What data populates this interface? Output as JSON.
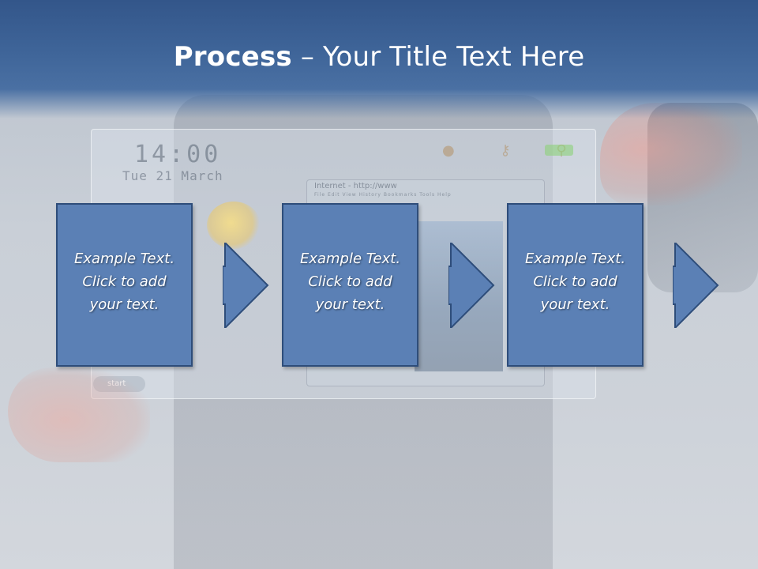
{
  "slide": {
    "title_bold": "Process",
    "title_rest": " – Your Title Text Here",
    "background_scene": {
      "clock": "14:00",
      "date": "Tue 21 March",
      "browser_title": "Internet - http://www",
      "browser_menu": "File  Edit  View  History  Bookmarks  Tools  Help",
      "start_label": "start"
    },
    "steps": [
      {
        "text": "Example Text.\nClick  to add\nyour text."
      },
      {
        "text": "Example Text.\nClick  to add\nyour text."
      },
      {
        "text": "Example Text.\nClick  to add\nyour text."
      }
    ],
    "colors": {
      "box_fill": "#5b80b5",
      "box_border": "#2e4d7a",
      "title_band": "#3f6599",
      "title_text": "#ffffff"
    }
  }
}
